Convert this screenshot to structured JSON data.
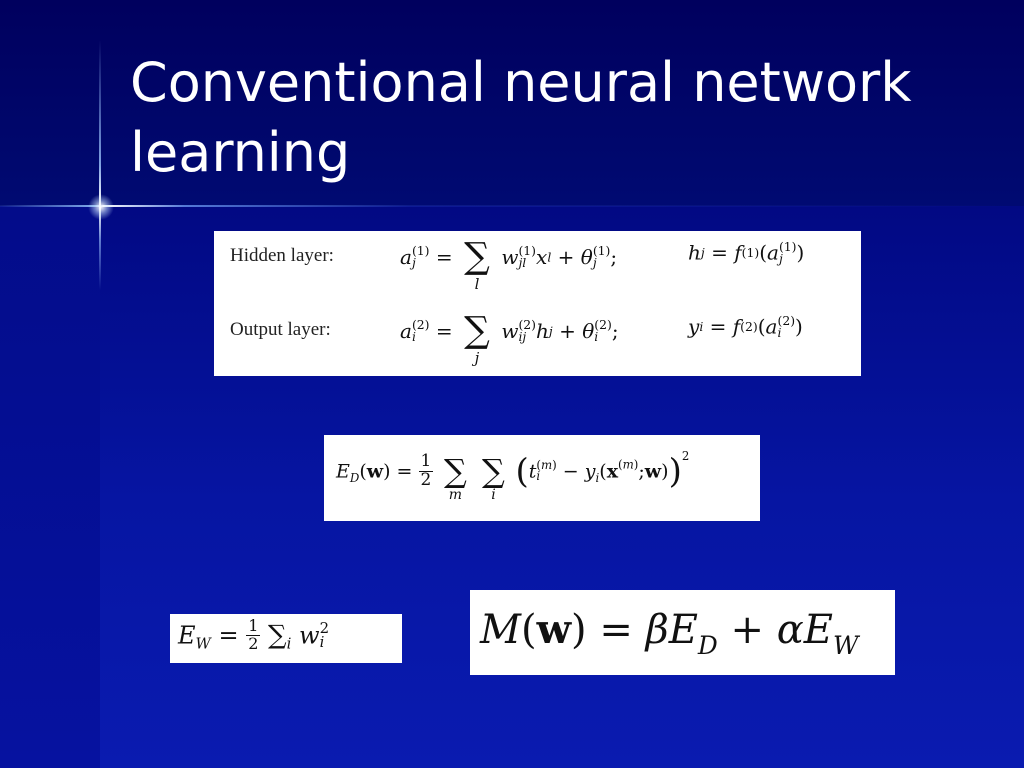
{
  "slide": {
    "title_line1": "Conventional neural network",
    "title_line2": "learning"
  },
  "equations": {
    "hidden_label": "Hidden layer:",
    "output_label": "Output layer:",
    "sum_symbol": "∑"
  },
  "colors": {
    "background": "#0a0f8c",
    "title_text": "#ffffff",
    "equation_box": "#ffffff"
  }
}
